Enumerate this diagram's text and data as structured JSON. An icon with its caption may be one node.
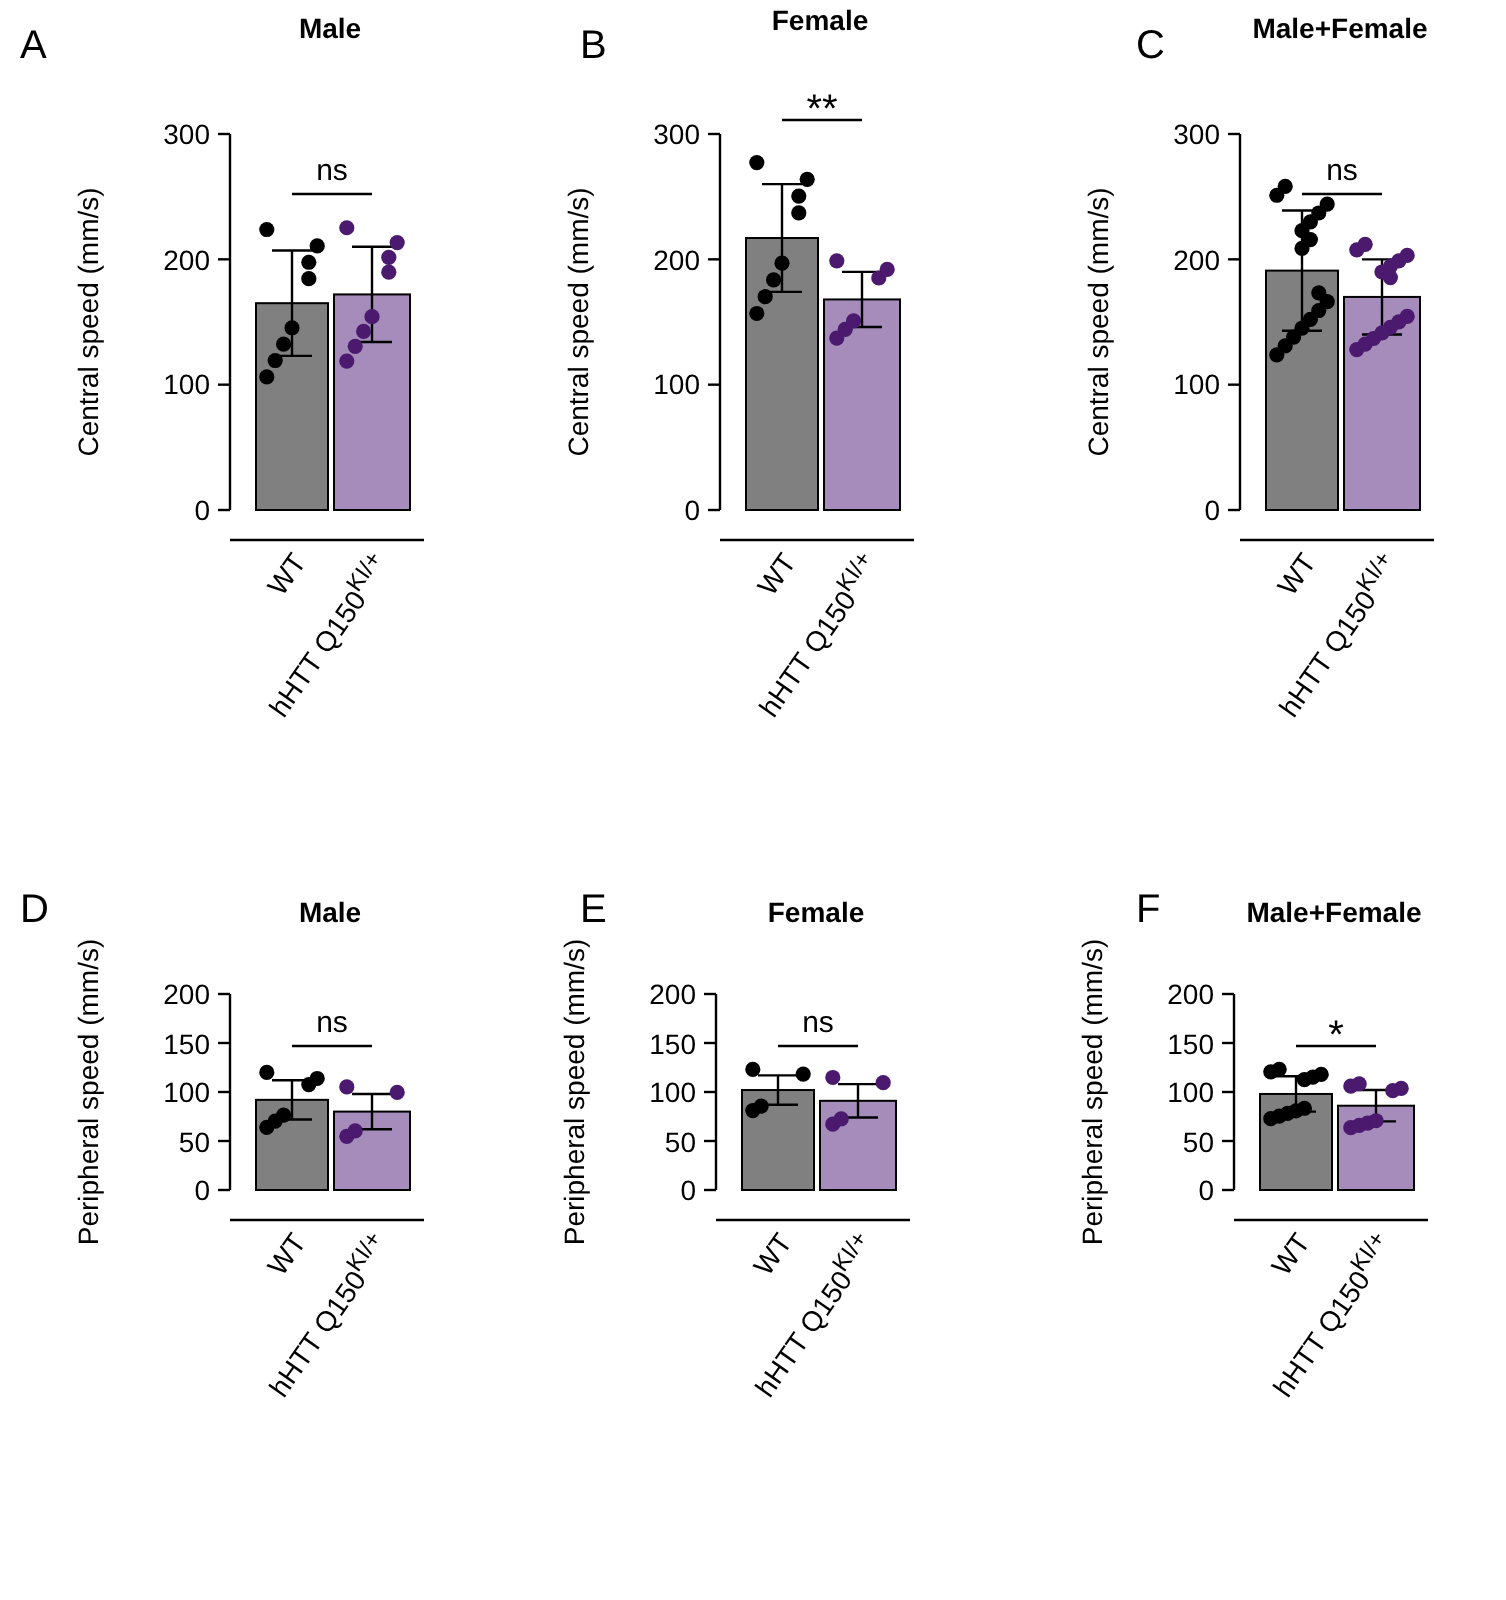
{
  "diagram": {
    "labels": [
      "A",
      "B",
      "C",
      "D",
      "E",
      "F"
    ],
    "chart_data": [
      {
        "type": "bar",
        "title": "Male",
        "ylabel": "Central speed (mm/s)",
        "categories": [
          "WT",
          "hHTT Q150$^{KI/+}$"
        ],
        "values": [
          165,
          172
        ],
        "errors": [
          42,
          38
        ],
        "ylim": [
          0,
          300
        ],
        "yticks": [
          0,
          100,
          200,
          300
        ],
        "annotations": [
          "ns"
        ]
      },
      {
        "type": "bar",
        "title": "Female",
        "ylabel": "Central speed (mm/s)",
        "categories": [
          "WT",
          "hHTT Q150$^{KI/+}$"
        ],
        "values": [
          217,
          168
        ],
        "errors": [
          43,
          22
        ],
        "ylim": [
          0,
          300
        ],
        "yticks": [
          0,
          100,
          200,
          300
        ],
        "annotations": [
          "**"
        ]
      },
      {
        "type": "bar",
        "title": "Male+Female",
        "ylabel": "Central speed (mm/s)",
        "categories": [
          "WT",
          "hHTT Q150$^{KI/+}$"
        ],
        "values": [
          191,
          170
        ],
        "errors": [
          48,
          30
        ],
        "ylim": [
          0,
          300
        ],
        "yticks": [
          0,
          100,
          200,
          300
        ],
        "annotations": [
          "ns"
        ]
      },
      {
        "type": "bar",
        "title": "Male",
        "ylabel": "Peripheral speed (mm/s)",
        "categories": [
          "WT",
          "hHTT Q150$^{KI/+}$"
        ],
        "values": [
          92,
          80
        ],
        "errors": [
          20,
          18
        ],
        "ylim": [
          0,
          200
        ],
        "yticks": [
          0,
          50,
          100,
          150,
          200
        ],
        "annotations": [
          "ns"
        ]
      },
      {
        "type": "bar",
        "title": "Female",
        "ylabel": "Peripheral speed (mm/s)",
        "categories": [
          "WT",
          "hHTT Q150$^{KI/+}$"
        ],
        "values": [
          102,
          91
        ],
        "errors": [
          15,
          17
        ],
        "ylim": [
          0,
          200
        ],
        "yticks": [
          0,
          50,
          100,
          150,
          200
        ],
        "annotations": [
          "ns"
        ]
      },
      {
        "type": "bar",
        "title": "Male+Female",
        "ylabel": "Peripheral speed (mm/s)",
        "categories": [
          "WT",
          "hHTT Q150$^{KI/+}$"
        ],
        "values": [
          98,
          86
        ],
        "errors": [
          18,
          16
        ],
        "ylim": [
          0,
          200
        ],
        "yticks": [
          0,
          50,
          100,
          150,
          200
        ],
        "annotations": [
          "*"
        ]
      }
    ]
  }
}
